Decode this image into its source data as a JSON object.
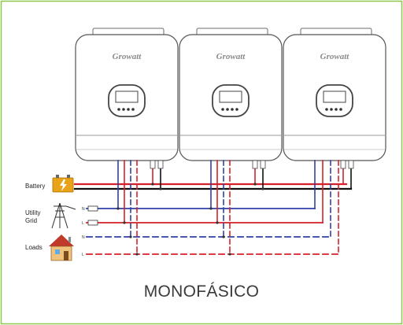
{
  "caption": "MONOFÁSICO",
  "inverter": {
    "brand": "Growatt"
  },
  "legend": {
    "battery": "Battery",
    "utility_grid_line1": "Utility",
    "utility_grid_line2": "Grid",
    "loads": "Loads"
  },
  "markers": {
    "n": "N",
    "l": "L"
  },
  "colors": {
    "frame_border": "#8cc84b",
    "phase_red": "#d6202a",
    "neutral_blue": "#2f3fa8",
    "dc_negative": "#111111",
    "inverter_outline": "#6b6b6b",
    "battery_icon": "#e8a318",
    "house_roof": "#c0392b"
  },
  "icons": [
    "battery-icon",
    "utility-pole-icon",
    "house-icon"
  ]
}
